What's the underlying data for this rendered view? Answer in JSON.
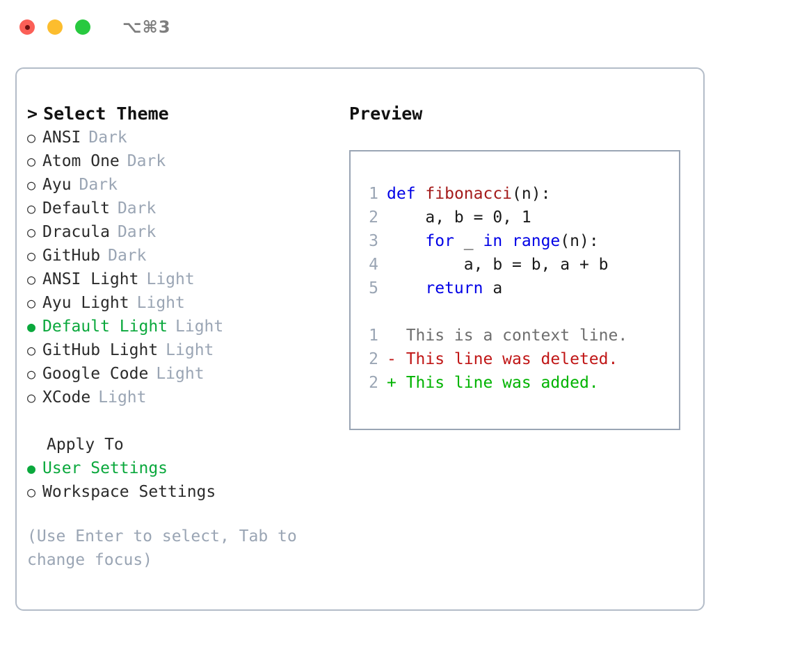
{
  "titlebar": {
    "shortcut": "⌥⌘3",
    "lights": [
      "close",
      "minimize",
      "maximize"
    ]
  },
  "theme_panel": {
    "title": "Select Theme",
    "caret": ">",
    "bullet_selected": "●",
    "bullet_unselected": "○",
    "items": [
      {
        "label": "ANSI",
        "kind": "Dark",
        "selected": false
      },
      {
        "label": "Atom One",
        "kind": "Dark",
        "selected": false
      },
      {
        "label": "Ayu",
        "kind": "Dark",
        "selected": false
      },
      {
        "label": "Default",
        "kind": "Dark",
        "selected": false
      },
      {
        "label": "Dracula",
        "kind": "Dark",
        "selected": false
      },
      {
        "label": "GitHub",
        "kind": "Dark",
        "selected": false
      },
      {
        "label": "ANSI Light",
        "kind": "Light",
        "selected": false
      },
      {
        "label": "Ayu Light",
        "kind": "Light",
        "selected": false
      },
      {
        "label": "Default Light",
        "kind": "Light",
        "selected": true
      },
      {
        "label": "GitHub Light",
        "kind": "Light",
        "selected": false
      },
      {
        "label": "Google Code",
        "kind": "Light",
        "selected": false
      },
      {
        "label": "XCode",
        "kind": "Light",
        "selected": false
      }
    ]
  },
  "apply_to": {
    "header": "Apply To",
    "options": [
      {
        "label": "User Settings",
        "selected": true
      },
      {
        "label": "Workspace Settings",
        "selected": false
      }
    ]
  },
  "hint": "(Use Enter to select, Tab to change focus)",
  "preview": {
    "title": "Preview",
    "code_lines": [
      {
        "num": "1",
        "tokens": [
          {
            "t": "def",
            "c": "kw"
          },
          {
            "t": " ",
            "c": "plain"
          },
          {
            "t": "fibonacci",
            "c": "fn"
          },
          {
            "t": "(n):",
            "c": "plain"
          }
        ]
      },
      {
        "num": "2",
        "tokens": [
          {
            "t": "    a, b = 0, 1",
            "c": "plain"
          }
        ]
      },
      {
        "num": "3",
        "tokens": [
          {
            "t": "    ",
            "c": "plain"
          },
          {
            "t": "for",
            "c": "kw"
          },
          {
            "t": " _ ",
            "c": "plain"
          },
          {
            "t": "in",
            "c": "kw"
          },
          {
            "t": " ",
            "c": "plain"
          },
          {
            "t": "range",
            "c": "kw"
          },
          {
            "t": "(n):",
            "c": "plain"
          }
        ]
      },
      {
        "num": "4",
        "tokens": [
          {
            "t": "        a, b = b, a + b",
            "c": "plain"
          }
        ]
      },
      {
        "num": "5",
        "tokens": [
          {
            "t": "    ",
            "c": "plain"
          },
          {
            "t": "return",
            "c": "kw"
          },
          {
            "t": " a",
            "c": "plain"
          }
        ]
      }
    ],
    "diff_lines": [
      {
        "num": "1",
        "marker": "  ",
        "text": "This is a context line.",
        "c": "ctx"
      },
      {
        "num": "2",
        "marker": "- ",
        "text": "This line was deleted.",
        "c": "del"
      },
      {
        "num": "2",
        "marker": "+ ",
        "text": "This line was added.",
        "c": "add"
      }
    ]
  },
  "colors": {
    "accent_green": "#0aa83c",
    "muted": "#9aa5b4",
    "keyword_blue": "#0000e6",
    "function_red": "#a41b1b",
    "diff_add": "#00b300",
    "diff_del": "#c01616",
    "panel_border": "#b3bcc8",
    "light_red": "#fb5f57",
    "light_yellow": "#fcbd2e",
    "light_green": "#28c93f"
  }
}
